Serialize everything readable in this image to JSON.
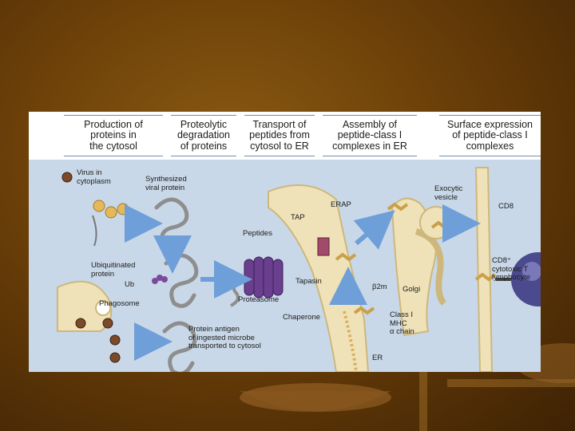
{
  "colors": {
    "background": "#6b3f08",
    "panel": "#c9d8e8",
    "membrane": "#f0e2b8",
    "arrow": "#6f9fd8",
    "proteasome": "#6a3f8e",
    "mhc": "#caa04a",
    "tcell": "#4b4a8e"
  },
  "headers": [
    "Production of\nproteins in\nthe cytosol",
    "Proteolytic\ndegradation\nof proteins",
    "Transport of\npeptides from\ncytosol to ER",
    "Assembly of\npeptide-class I\ncomplexes in ER",
    "Surface expression\nof peptide-class I\ncomplexes"
  ],
  "labels": {
    "virus": "Virus in\ncytoplasm",
    "synthesized": "Synthesized\nviral protein",
    "ubiquitinated": "Ubiquitinated\nprotein",
    "ub": "Ub",
    "phagosome": "Phagosome",
    "protein_antigen": "Protein antigen\nof ingested microbe\ntransported to cytosol",
    "proteasome": "Proteasome",
    "peptides": "Peptides",
    "tap": "TAP",
    "erap": "ERAP",
    "tapasin": "Tapasin",
    "b2m": "β2m",
    "chaperone": "Chaperone",
    "class1": "Class I\nMHC\nα chain",
    "er": "ER",
    "golgi": "Golgi",
    "exocytic": "Exocytic\nvesicle",
    "cd8": "CD8",
    "ctl": "CD8⁺\ncytotoxic T\nlymphocyte"
  },
  "icons": [
    "virus-icon",
    "ribosome-icon",
    "proteasome-icon",
    "tap-transporter-icon",
    "mhc-molecule-icon",
    "t-cell-icon"
  ]
}
